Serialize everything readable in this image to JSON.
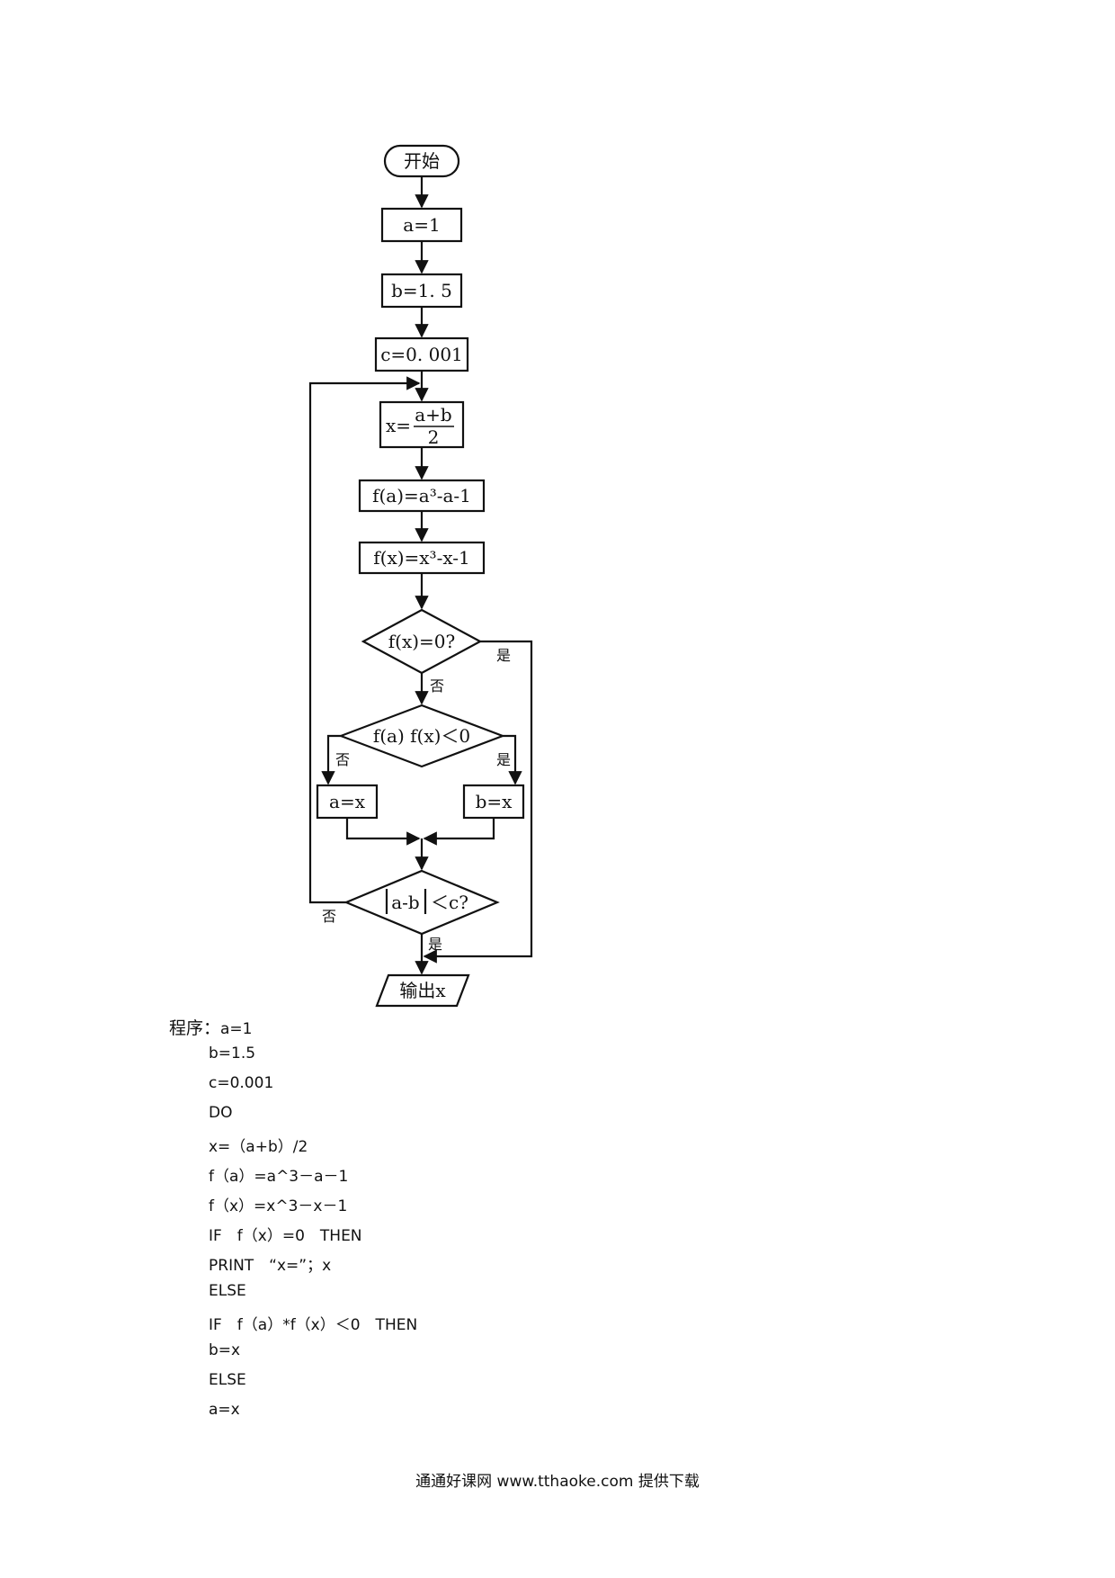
{
  "flowchart": {
    "start": "开始",
    "step_a": "a=1",
    "step_b": "b=1. 5",
    "step_c": "c=0. 001",
    "step_x_lhs": "x=",
    "step_x_num": "a+b",
    "step_x_den": "2",
    "step_fa": "f(a)=a³-a-1",
    "step_fx": "f(x)=x³-x-1",
    "decision_zero": "f(x)=0?",
    "decision_sign": "f(a) f(x)＜0",
    "assign_a": "a=x",
    "assign_b": "b=x",
    "decision_stop_abs": "a-b",
    "decision_stop_rest": "＜c?",
    "output": "输出x",
    "yes": "是",
    "no": "否"
  },
  "program": {
    "label": "程序：",
    "lines": [
      "a=1",
      "b=1.5",
      "c=0.001",
      "DO",
      "x=（a+b）/2",
      "f（a）=a^3－a－1",
      "f（x）=x^3－x－1",
      "IF　f（x）=0　THEN",
      "PRINT　“x=”；x",
      "ELSE",
      "IF　f（a）*f（x）＜0　THEN",
      "b=x",
      "ELSE",
      "a=x"
    ]
  },
  "footer": "通通好课网 www.tthaoke.com 提供下载"
}
